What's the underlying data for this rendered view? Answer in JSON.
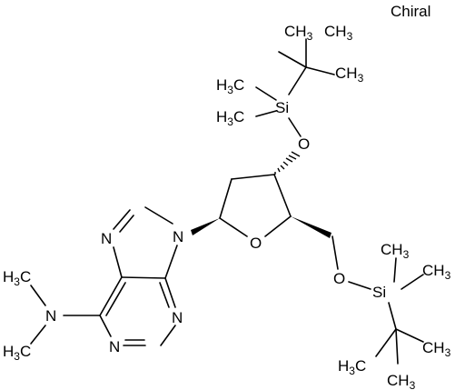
{
  "flag": "Chiral",
  "atoms": {
    "si": "Si",
    "o": "O",
    "n": "N",
    "h": "H",
    "c": "C",
    "three": "3"
  }
}
